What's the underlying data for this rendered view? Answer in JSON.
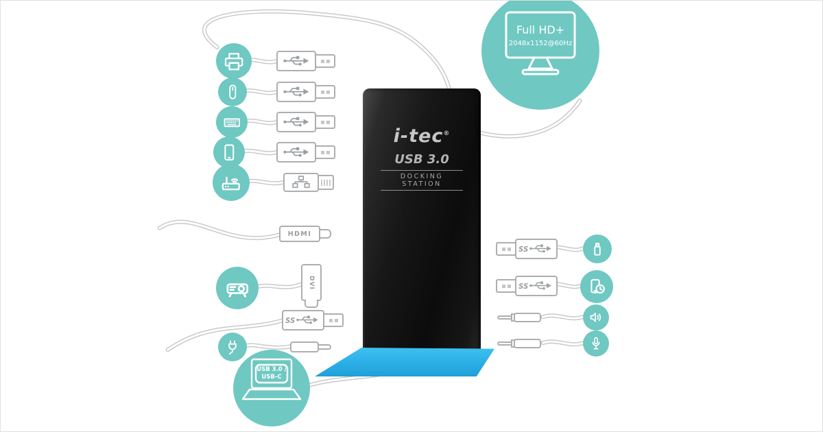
{
  "colors": {
    "teal": "#6fc8c2",
    "stand_blue": "#2aaee6",
    "dock_black": "#141414",
    "cable_gray": "#c9c9c9",
    "connector_gray": "#9aa0a3"
  },
  "monitor_badge": {
    "title": "Full HD+",
    "subtitle": "2048x1152@60Hz"
  },
  "dock": {
    "brand": "i-tec",
    "registered": "®",
    "model": "USB 3.0",
    "label": "DOCKING STATION"
  },
  "laptop_badge": {
    "line1": "USB 3.0 /",
    "line2": "USB-C"
  },
  "connector_labels": {
    "hdmi": "HDMI",
    "dvi": "DVI",
    "superspeed": "SS"
  },
  "peripherals": {
    "top": [
      "monitor"
    ],
    "left": [
      "printer",
      "mouse",
      "keyboard",
      "tablet",
      "wifi-router",
      "projector",
      "power-plug"
    ],
    "right": [
      "usb-flash-drive",
      "smartphone-charging",
      "speakers",
      "microphone"
    ],
    "bottom": [
      "laptop"
    ]
  }
}
